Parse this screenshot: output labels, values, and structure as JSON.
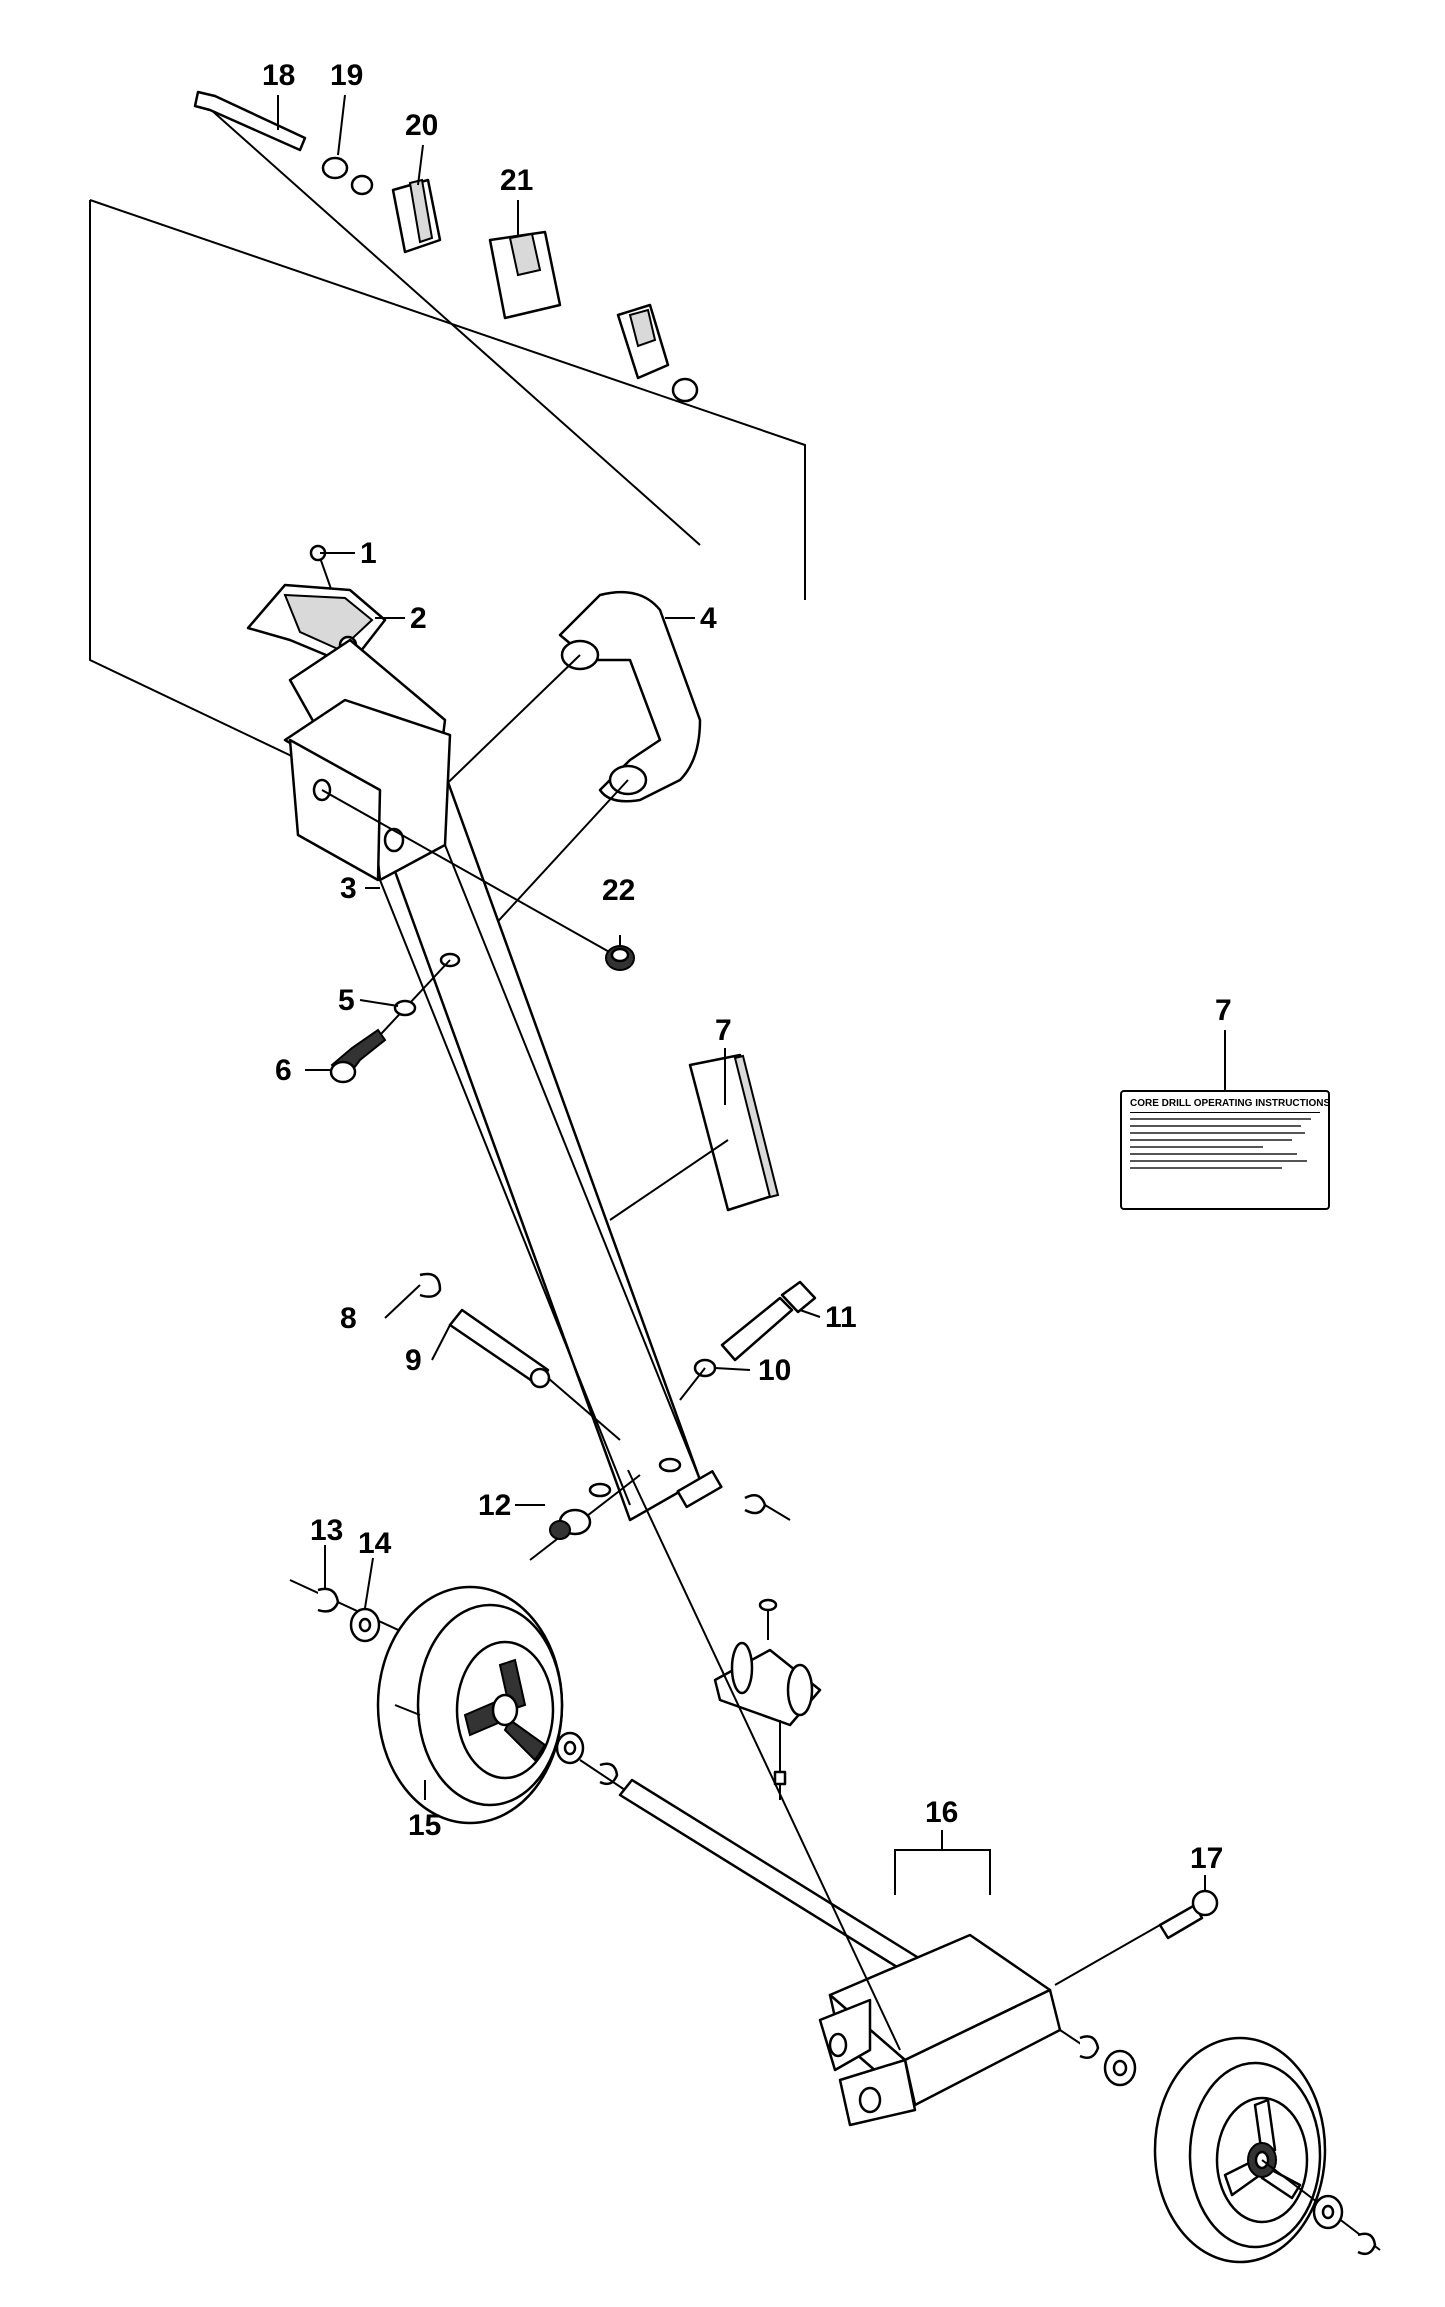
{
  "labels": {
    "p1": "1",
    "p2": "2",
    "p3": "3",
    "p4": "4",
    "p5": "5",
    "p6": "6",
    "p7a": "7",
    "p7b": "7",
    "p8": "8",
    "p9": "9",
    "p10": "10",
    "p11": "11",
    "p12": "12",
    "p13": "13",
    "p14": "14",
    "p15": "15",
    "p16": "16",
    "p17": "17",
    "p18": "18",
    "p19": "19",
    "p20": "20",
    "p21": "21",
    "p22": "22"
  },
  "decal": {
    "title": "CORE DRILL OPERATING INSTRUCTIONS"
  }
}
